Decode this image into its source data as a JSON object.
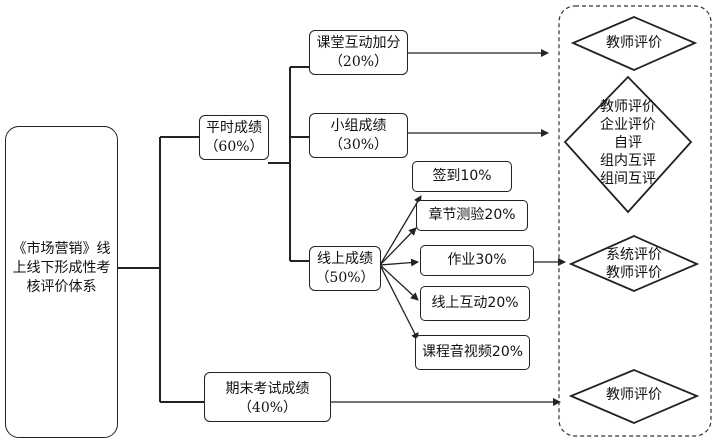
{
  "root": {
    "lines": [
      "《市场营销》线",
      "上线下形成性考",
      "核评价体系"
    ]
  },
  "regular": {
    "label": "平时成绩",
    "weight": "（60%）"
  },
  "final": {
    "label": "期末考试成绩",
    "weight": "（40%）"
  },
  "classroom": {
    "label": "课堂互动加分",
    "weight": "（20%）"
  },
  "group": {
    "label": "小组成绩",
    "weight": "（30%）"
  },
  "online": {
    "label": "线上成绩",
    "weight": "（50%）"
  },
  "online_items": [
    "签到10%",
    "章节测验20%",
    "作业30%",
    "线上互动20%",
    "课程音视频20%"
  ],
  "evaluators": {
    "classroom": "教师评价",
    "group": [
      "教师评价",
      "企业评价",
      "自评",
      "组内互评",
      "组间互评"
    ],
    "online": [
      "系统评价",
      "教师评价"
    ],
    "final": "教师评价"
  }
}
